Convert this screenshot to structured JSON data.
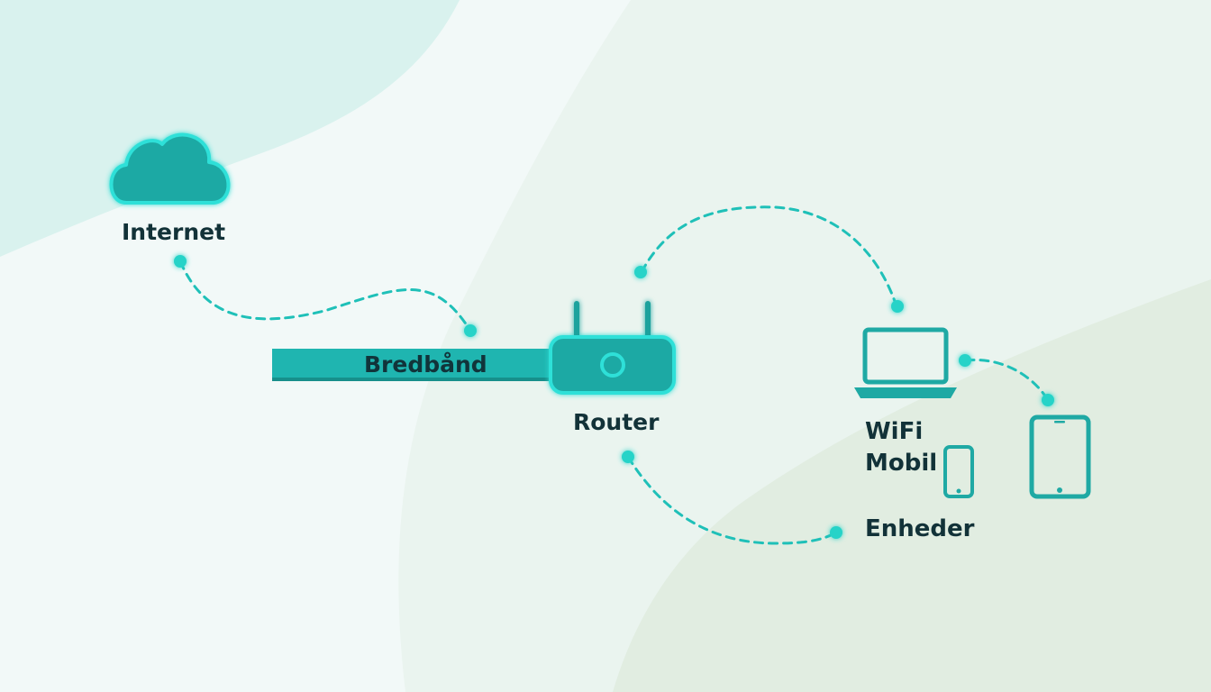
{
  "labels": {
    "internet": "Internet",
    "broadband": "Bredbånd",
    "router": "Router",
    "wifi": "WiFi",
    "mobil": "Mobil",
    "enheder": "Enheder"
  },
  "icons": [
    "cloud-icon",
    "router-icon",
    "laptop-icon",
    "phone-icon",
    "tablet-icon"
  ],
  "colors": {
    "accent": "#1fb5b0",
    "accent_light": "#2ee0d8",
    "dot": "#27d3c8",
    "text": "#123238",
    "background": "#eef7f3"
  }
}
